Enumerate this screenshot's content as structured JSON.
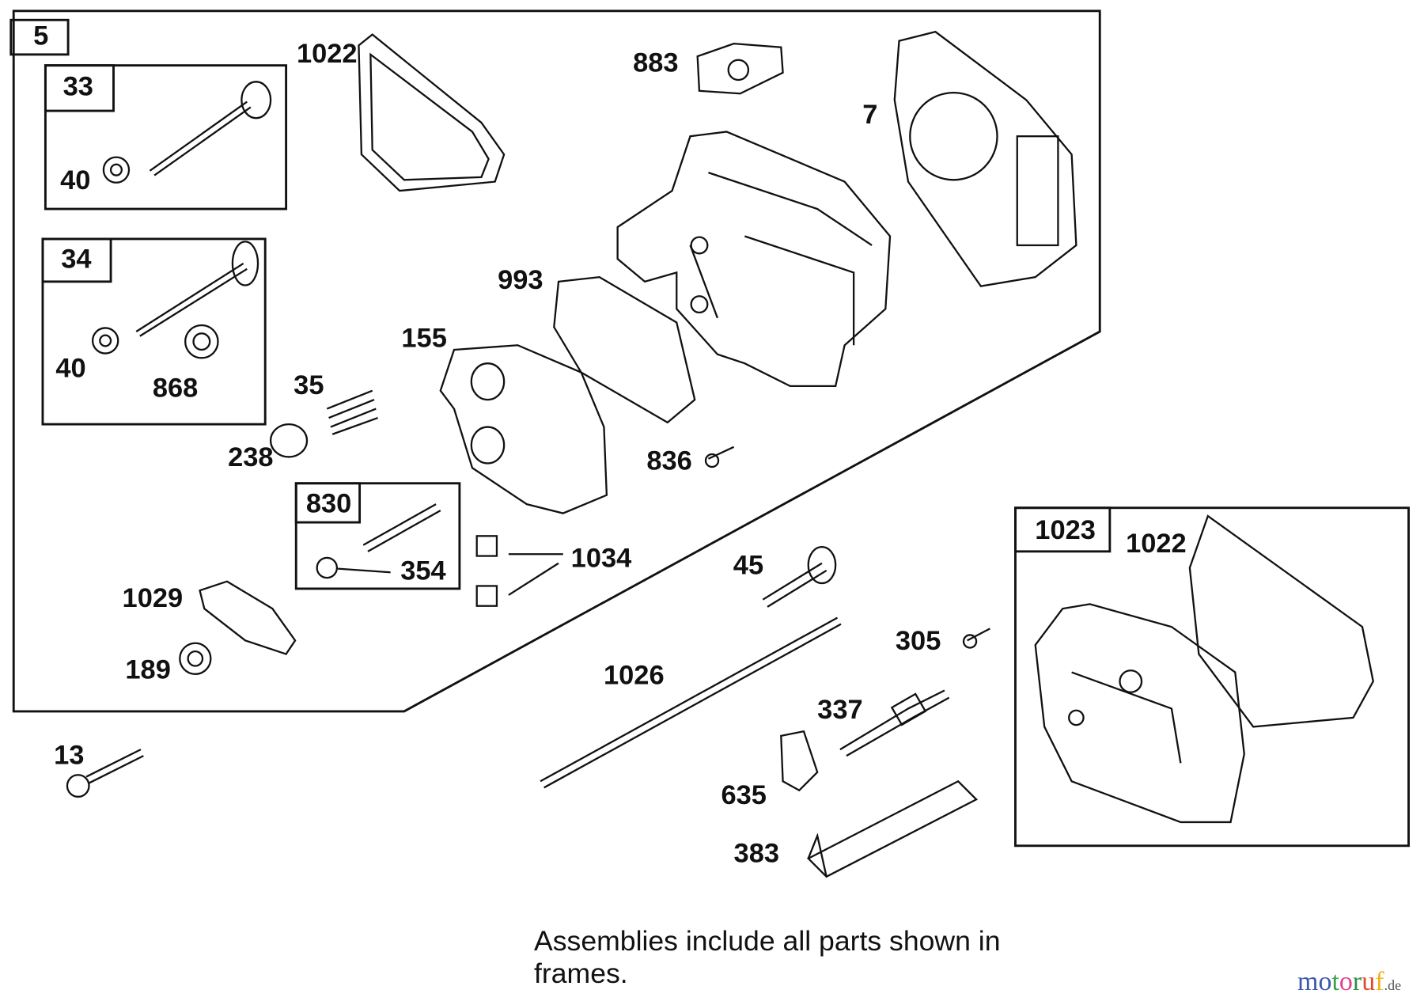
{
  "callouts": {
    "assembly_5": "5",
    "gasket_top": "1022",
    "frame_33": "33",
    "retainer_33": "40",
    "frame_34": "34",
    "retainer_34": "40",
    "seal_868": "868",
    "gasket_883": "883",
    "head_gasket_7": "7",
    "gasket_993": "993",
    "plate_155": "155",
    "spring_35": "35",
    "cap_238": "238",
    "screw_836": "836",
    "frame_830": "830",
    "nut_354": "354",
    "guide_1034": "1034",
    "rocker_1029": "1029",
    "nut_189": "189",
    "tappet_45": "45",
    "pushrod_1026": "1026",
    "screw_305": "305",
    "spark_plug_337": "337",
    "fitting_635": "635",
    "wrench_383": "383",
    "bolt_13": "13",
    "frame_1023": "1023",
    "gasket_cover": "1022"
  },
  "note": {
    "line1": "Assemblies include all parts shown in",
    "line2": "frames."
  },
  "watermark": {
    "text": "motoruf",
    "suffix": ".de",
    "colors": [
      "#3b5ba9",
      "#3b5ba9",
      "#3aa14a",
      "#e0408a",
      "#2f8f3e",
      "#e04a2a",
      "#f2b21b"
    ]
  }
}
